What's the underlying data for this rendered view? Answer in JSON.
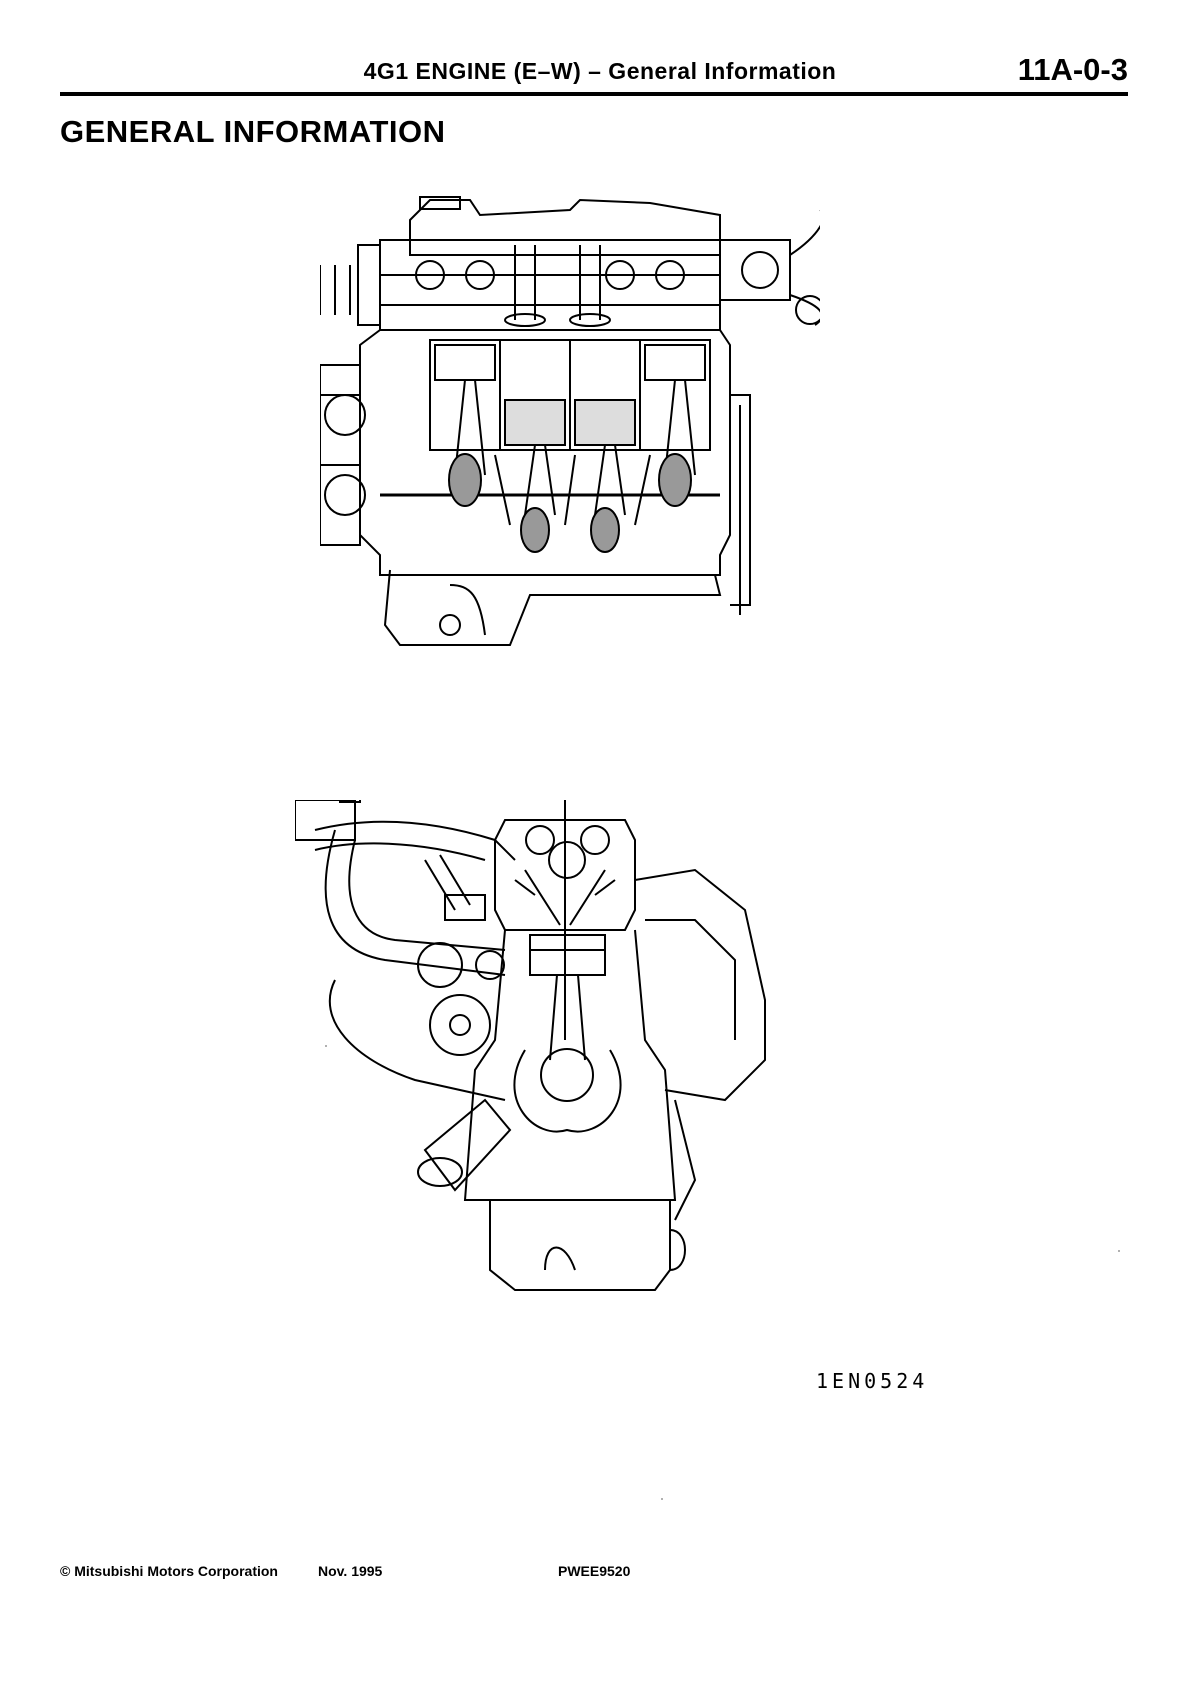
{
  "header": {
    "title": "4G1 ENGINE (E–W) – General Information",
    "page_number": "11A-0-3"
  },
  "section": {
    "heading": "GENERAL INFORMATION"
  },
  "figure": {
    "code": "1EN0524"
  },
  "footer": {
    "copyright": "© Mitsubishi Motors Corporation",
    "date": "Nov. 1995",
    "doc_code": "PWEE9520"
  }
}
